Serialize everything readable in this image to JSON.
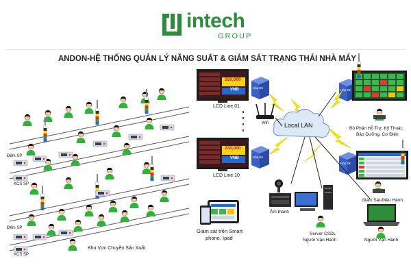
{
  "logo": {
    "brand": "intech",
    "sub": "GROUP"
  },
  "title": "ANDON-HỆ THỐNG QUẢN LÝ NĂNG SUẤT & GIÁM SÁT TRẠNG THÁI NHÀ MÁY",
  "factory": {
    "area_label": "Khu Vực Chuyền Sản Xuất",
    "lines": [
      {
        "count_label": "Đếm SP",
        "qc_label": "KCS SP"
      },
      {
        "count_label": "Đếm SP",
        "qc_label": "KCS SP"
      }
    ]
  },
  "displays": [
    {
      "label": "LCD Line 01",
      "value": "350,000",
      "unit": "VNĐ",
      "box": "Hộp Đk"
    },
    {
      "label": "LCD Line 10",
      "value": "230,000",
      "unit": "VNĐ",
      "box": "Hộp Đk"
    }
  ],
  "network": {
    "wifi": "Wifi",
    "lan": "Local LAN"
  },
  "nodes": {
    "support": {
      "label_1": "Bộ Phận Hỗ Trợ, Kỹ Thuật,",
      "label_2": "Bảo Dưỡng, Cơ Điện",
      "box": "Hộp Đk"
    },
    "supervise": {
      "label": "Giám Sát-Điều Hành",
      "box": "Hộp Đk"
    },
    "operator": {
      "label": "Người Vận Hành"
    },
    "sound": {
      "label": "Âm thanh"
    },
    "server": {
      "label_1": "Server CSDL",
      "label_2": "Người Vận Hành"
    },
    "mobile": {
      "label_1": "Giám sát trên Smart",
      "label_2": "phone, Ipad"
    }
  },
  "colors": {
    "brand_green": "#2e8b3e",
    "worker_green": "#33b23a",
    "bolt_yellow": "#f2e600",
    "box_blue": "#3b5fc4",
    "cloud": "#dbe8f5"
  }
}
